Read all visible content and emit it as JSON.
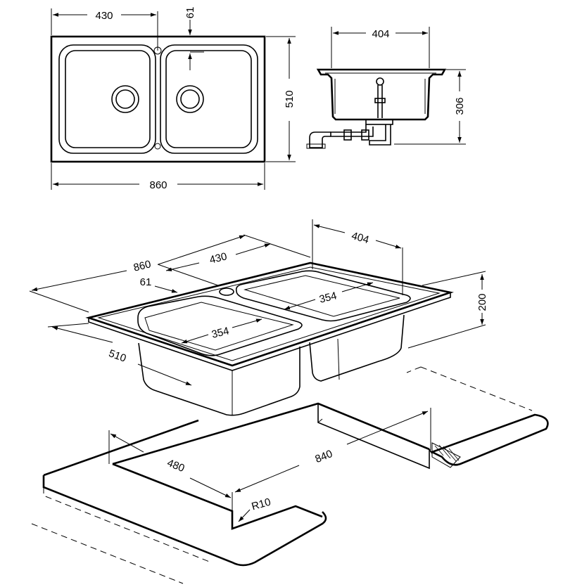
{
  "top_view": {
    "width_total": "860",
    "bowl_width": "430",
    "tap_offset": "61",
    "depth": "510"
  },
  "side_view": {
    "bowl_width": "404",
    "height": "306"
  },
  "iso_view": {
    "width_total": "860",
    "bowl_width": "430",
    "tap_offset": "61",
    "bowl_depth_right": "404",
    "bowl_length_right": "354",
    "bowl_length_left": "354",
    "depth": "510",
    "height": "200"
  },
  "cutout": {
    "length": "840",
    "width": "480",
    "radius": "R10"
  }
}
